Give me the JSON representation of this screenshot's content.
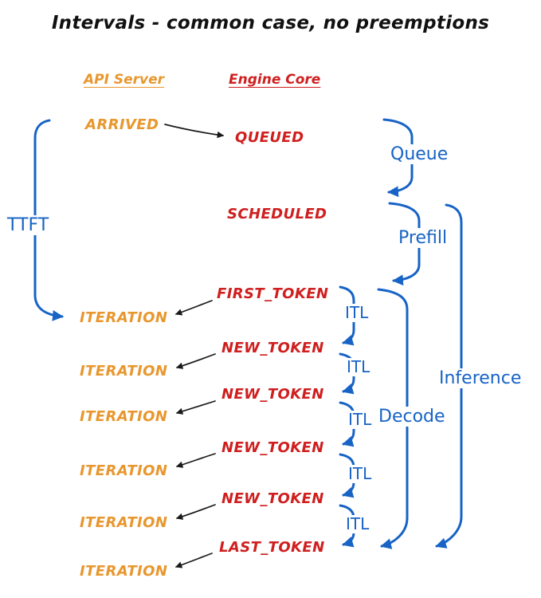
{
  "title": "Intervals - common case, no preemptions",
  "columns": {
    "api_server": "API Server",
    "engine_core": "Engine Core"
  },
  "api_events": [
    "ARRIVED",
    "ITERATION",
    "ITERATION",
    "ITERATION",
    "ITERATION",
    "ITERATION",
    "ITERATION"
  ],
  "engine_events": [
    "QUEUED",
    "SCHEDULED",
    "FIRST_TOKEN",
    "NEW_TOKEN",
    "NEW_TOKEN",
    "NEW_TOKEN",
    "NEW_TOKEN",
    "LAST_TOKEN"
  ],
  "intervals": {
    "ttft": "TTFT",
    "queue": "Queue",
    "prefill": "Prefill",
    "itl": [
      "ITL",
      "ITL",
      "ITL",
      "ITL",
      "ITL"
    ],
    "decode": "Decode",
    "inference": "Inference"
  },
  "colors": {
    "api": "#E8972E",
    "engine": "#D01F1F",
    "interval": "#1763C6",
    "arrow": "#1a1a1a",
    "background": "#FFFFFF"
  }
}
